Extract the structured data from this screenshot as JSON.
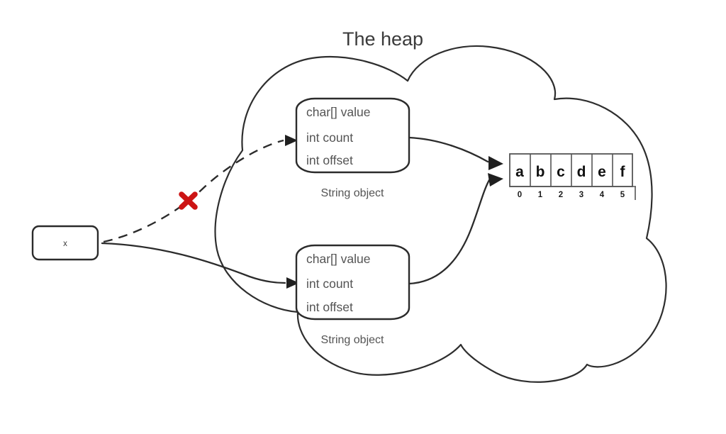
{
  "diagram": {
    "title": "The heap",
    "variable": {
      "name": "x",
      "label": "x"
    },
    "string_objects": [
      {
        "id": "upper-string-object",
        "caption": "String object",
        "fields": [
          "char[] value",
          "int count",
          "int offset"
        ]
      },
      {
        "id": "lower-string-object",
        "caption": "String object",
        "fields": [
          "char[] value",
          "int count",
          "int offset"
        ]
      }
    ],
    "char_array": {
      "cells": [
        "a",
        "b",
        "c",
        "d",
        "e",
        "f"
      ],
      "indices": [
        "0",
        "1",
        "2",
        "3",
        "4",
        "5"
      ]
    },
    "markers": {
      "broken_reference": {
        "name": "red-x-marker",
        "glyph": "x",
        "color": "#cc1414"
      }
    },
    "edges": [
      {
        "name": "x-to-upper-string-object",
        "style": "dashed",
        "state": "broken"
      },
      {
        "name": "x-to-lower-string-object",
        "style": "solid",
        "state": "active"
      },
      {
        "name": "upper-string-object-to-char-array",
        "style": "solid",
        "state": "active"
      },
      {
        "name": "lower-string-object-to-char-array",
        "style": "solid",
        "state": "active"
      }
    ],
    "colors": {
      "stroke": "#2e2e2e",
      "text": "#545454",
      "accent_red": "#cc1414",
      "background": "#ffffff"
    }
  }
}
